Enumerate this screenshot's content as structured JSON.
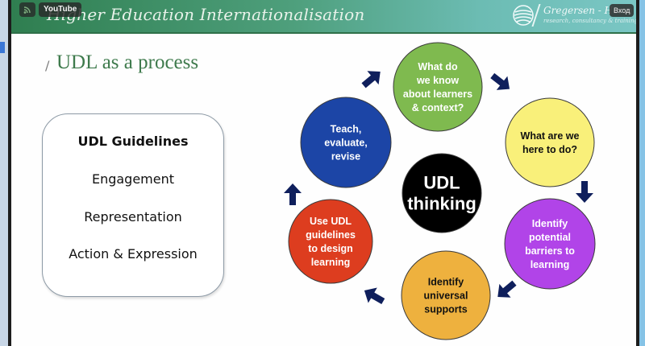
{
  "overlay": {
    "rss_icon": "rss-icon",
    "youtube_label": "YouTube",
    "login_label": "Вход"
  },
  "header": {
    "title": "Higher Education Internationalisation",
    "logo": {
      "icon": "globe-icon",
      "name": "Gregersen - Herm",
      "tagline": "research, consultancy & training"
    }
  },
  "slide": {
    "slash": "/",
    "title": "UDL as a process",
    "guidelines": {
      "title": "UDL Guidelines",
      "items": [
        "Engagement",
        "Representation",
        "Action & Expression"
      ]
    },
    "cycle": {
      "center": {
        "lines": [
          "UDL",
          "thinking"
        ],
        "color": "#000000"
      },
      "steps": [
        {
          "lines": [
            "What do",
            "we know",
            "about learners",
            "& context?"
          ],
          "color": "#7fba4f",
          "text_color": "#ffffff"
        },
        {
          "lines": [
            "What are we",
            "here to do?"
          ],
          "color": "#f9f07a",
          "text_color": "#111111"
        },
        {
          "lines": [
            "Identify",
            "potential",
            "barriers to",
            "learning"
          ],
          "color": "#b144e8",
          "text_color": "#ffffff"
        },
        {
          "lines": [
            "Identify",
            "universal",
            "supports"
          ],
          "color": "#eeb13e",
          "text_color": "#111111"
        },
        {
          "lines": [
            "Use UDL",
            "guidelines",
            "to design",
            "learning"
          ],
          "color": "#dd3d1f",
          "text_color": "#ffffff"
        },
        {
          "lines": [
            "Teach,",
            "evaluate,",
            "revise"
          ],
          "color": "#1c45a6",
          "text_color": "#ffffff"
        }
      ],
      "arrow_color": "#0f1f5c"
    }
  }
}
